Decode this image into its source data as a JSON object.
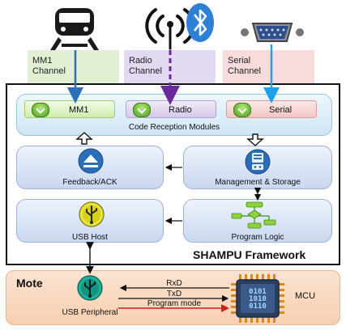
{
  "channels": {
    "mm1": "MM1\nChannel",
    "radio": "Radio\nChannel",
    "serial": "Serial\nChannel"
  },
  "modules": {
    "mm1": "MM1",
    "radio": "Radio",
    "serial": "Serial",
    "caption": "Code Reception Modules"
  },
  "blocks": {
    "feedback": "Feedback/ACK",
    "management": "Management & Storage",
    "usb_host": "USB Host",
    "program_logic": "Program Logic"
  },
  "framework_title": "SHAMPU Framework",
  "mote": {
    "title": "Mote",
    "usb_peripheral": "USB Peripheral",
    "mcu": "MCU",
    "chip_bits": [
      "0101",
      "1010",
      "0110"
    ],
    "links": [
      "RxD",
      "TxD",
      "Program mode"
    ]
  },
  "colors": {
    "mm1_link": "#2f6fb6",
    "radio_link": "#6a2a9c",
    "serial_link": "#1aa3e8",
    "program_mode": "#d21b1b"
  }
}
